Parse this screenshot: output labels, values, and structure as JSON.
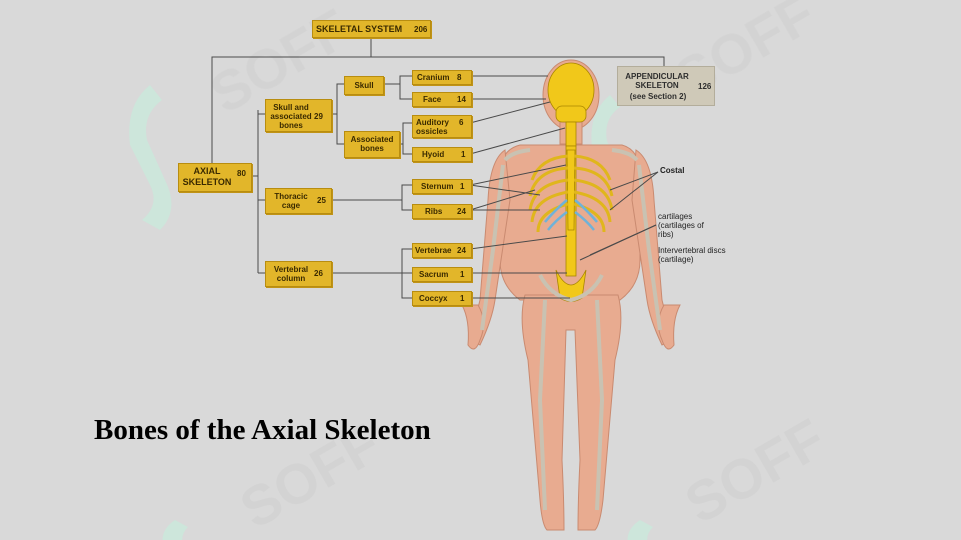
{
  "root": {
    "label": "SKELETAL SYSTEM",
    "count": "206"
  },
  "axial": {
    "label": "AXIAL SKELETON",
    "count": "80"
  },
  "appendicular": {
    "label": "APPENDICULAR SKELETON",
    "count": "126",
    "note": "(see Section 2)"
  },
  "groups": {
    "skull_assoc": {
      "label": "Skull and associated bones",
      "count": "29"
    },
    "thoracic": {
      "label": "Thoracic cage",
      "count": "25"
    },
    "vertebral": {
      "label": "Vertebral column",
      "count": "26"
    }
  },
  "sub": {
    "skull": {
      "label": "Skull"
    },
    "associated": {
      "label": "Associated bones"
    }
  },
  "leaves": {
    "cranium": {
      "label": "Cranium",
      "count": "8"
    },
    "face": {
      "label": "Face",
      "count": "14"
    },
    "auditory": {
      "label": "Auditory ossicles",
      "count": "6"
    },
    "hyoid": {
      "label": "Hyoid",
      "count": "1"
    },
    "sternum": {
      "label": "Sternum",
      "count": "1"
    },
    "ribs": {
      "label": "Ribs",
      "count": "24"
    },
    "vertebrae": {
      "label": "Vertebrae",
      "count": "24"
    },
    "sacrum": {
      "label": "Sacrum",
      "count": "1"
    },
    "coccyx": {
      "label": "Coccyx",
      "count": "1"
    }
  },
  "side_labels": {
    "costal": "Costal",
    "cartilages": "cartilages (cartilages of ribs)",
    "intervertebral": "Intervertebral discs (cartilage)"
  },
  "watermark": "SOFF",
  "title": "Bones of the Axial Skeleton",
  "colors": {
    "box": "#e2b62a",
    "bone": "#e8c21e",
    "skin": "#e7a98e",
    "background": "#d9d9d9",
    "watermark": "#c8ecd9"
  }
}
